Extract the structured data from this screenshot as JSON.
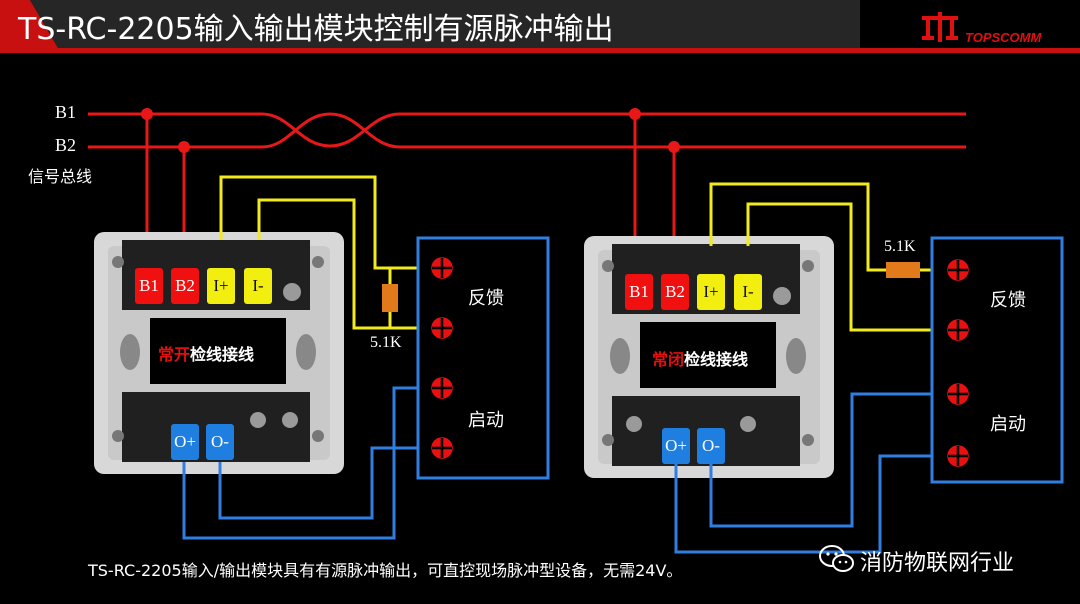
{
  "header": {
    "title": "TS-RC-2205输入输出模块控制有源脉冲输出",
    "logo_text": "TOPSCOMM",
    "accent_color": "#e01010"
  },
  "bus": {
    "b1_label": "B1",
    "b2_label": "B2",
    "caption": "信号总线"
  },
  "modules": [
    {
      "terminals_top": [
        "B1",
        "B2",
        "I+",
        "I-"
      ],
      "terminals_bottom": [
        "O+",
        "O-"
      ],
      "wiring_highlight": "常开",
      "wiring_rest": "检线接线",
      "resistor_label": "5.1K"
    },
    {
      "terminals_top": [
        "B1",
        "B2",
        "I+",
        "I-"
      ],
      "terminals_bottom": [
        "O+",
        "O-"
      ],
      "wiring_highlight": "常闭",
      "wiring_rest": "检线接线",
      "resistor_label": "5.1K"
    }
  ],
  "devices": [
    {
      "feedback_label": "反馈",
      "start_label": "启动"
    },
    {
      "feedback_label": "反馈",
      "start_label": "启动"
    }
  ],
  "footer": {
    "description": "TS-RC-2205输入/输出模块具有有源脉冲输出，可直控现场脉冲型设备，无需24V。",
    "brand": "消防物联网行业",
    "brand_icon": "wechat-icon"
  },
  "colors": {
    "bus_wire": "#e81818",
    "signal_wire": "#f2ea1a",
    "output_wire": "#2f7ee0",
    "device_border": "#2f7ee0",
    "terminal_red": "#f01010",
    "terminal_yellow": "#f2ef10",
    "terminal_blue": "#1f7fe0"
  }
}
